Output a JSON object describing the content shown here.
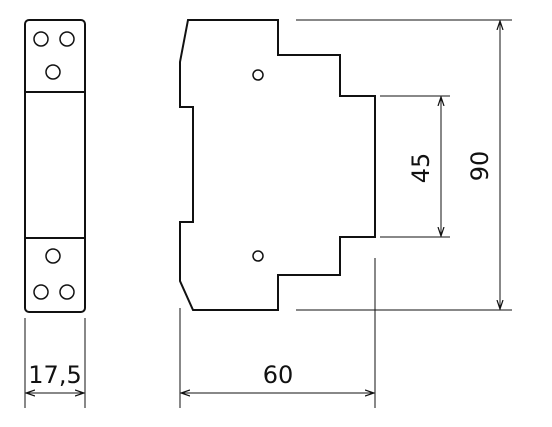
{
  "drawing": {
    "dimensions": {
      "front_width": "17,5",
      "side_depth": "60",
      "inner_height": "45",
      "total_height": "90"
    }
  }
}
